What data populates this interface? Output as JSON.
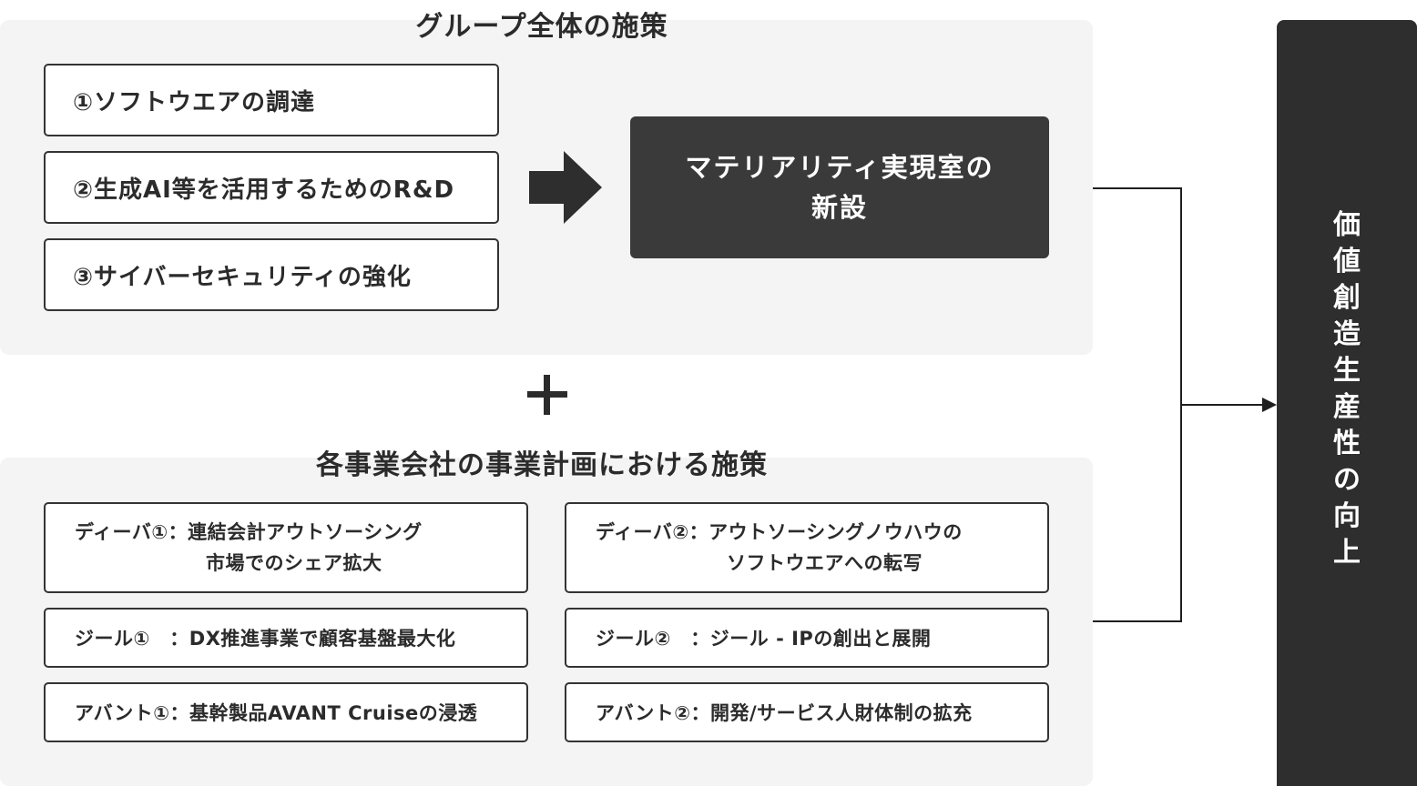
{
  "group_section": {
    "title": "グループ全体の施策",
    "measures": [
      "①ソフトウエアの調達",
      "②生成AI等を活用するためのR&D",
      "③サイバーセキュリティの強化"
    ],
    "outcome_line1": "マテリアリティ実現室の",
    "outcome_line2": "新設"
  },
  "plus_icon": "plus-icon",
  "company_section": {
    "title": "各事業会社の事業計画における施策",
    "items": [
      {
        "line1": "ディーバ①：連結会計アウトソーシング",
        "line2": "市場でのシェア拡大"
      },
      {
        "line1": "ディーバ②：アウトソーシングノウハウの",
        "line2": "ソフトウエアへの転写"
      },
      {
        "line1": "ジール①　：DX推進事業で顧客基盤最大化"
      },
      {
        "line1": "ジール②　：ジール - IPの創出と展開"
      },
      {
        "line1": "アバント①：基幹製品AVANT Cruiseの浸透"
      },
      {
        "line1": "アバント②：開発/サービス人財体制の拡充"
      }
    ]
  },
  "result": {
    "chars": [
      "価",
      "値",
      "創",
      "造",
      "生",
      "産",
      "性",
      "の",
      "向",
      "上"
    ]
  },
  "colors": {
    "panel_bg": "#f4f4f4",
    "dark_box": "#3a3a3a",
    "result_box": "#2e2e2e",
    "border": "#333333"
  }
}
